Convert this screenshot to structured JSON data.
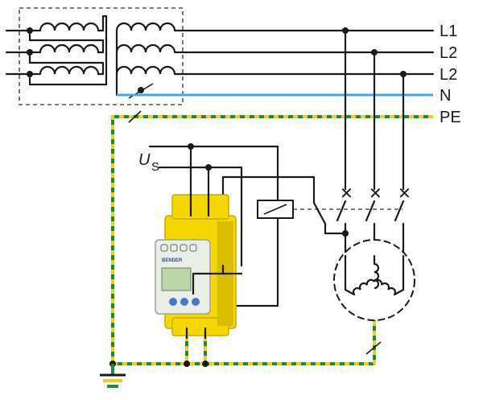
{
  "lines": {
    "l1": "L1",
    "l2a": "L2",
    "l2b": "L2",
    "n": "N",
    "pe": "PE"
  },
  "supply": {
    "symbol": "U",
    "subscript": "S"
  },
  "device": {
    "brand": "BENDER"
  },
  "colors": {
    "neutral": "#3fa9e0",
    "pe_green": "#1f8a3c",
    "pe_yellow": "#e8d21a",
    "device_body": "#f5d800",
    "device_shade": "#d9bd00",
    "panel": "#e9efe6",
    "screen": "#bcd6a8"
  }
}
